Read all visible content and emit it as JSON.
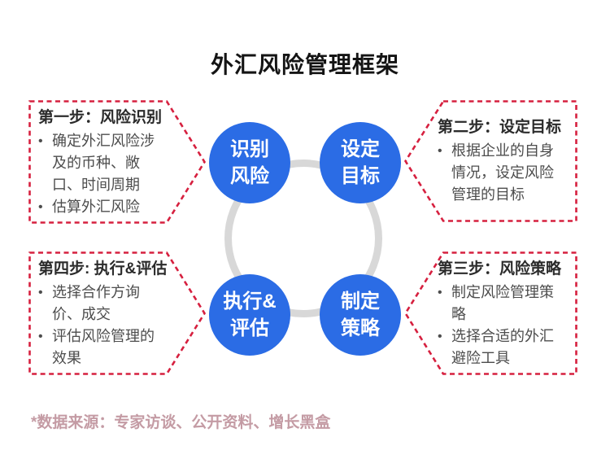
{
  "title": "外汇风险管理框架",
  "bullet_char": "•",
  "steps": [
    {
      "heading": "第一步：风险识别",
      "bullets": [
        "确定外汇风险涉及的币种、敞口、时间周期",
        "估算外汇风险"
      ]
    },
    {
      "heading": "第二步：设定目标",
      "bullets": [
        "根据企业的自身情况，设定风险管理的目标"
      ]
    },
    {
      "heading": "第三步：风险策略",
      "bullets": [
        "制定风险管理策略",
        "选择合适的外汇避险工具"
      ]
    },
    {
      "heading": "第四步: 执行&评估",
      "bullets": [
        "选择合作方询价、成交",
        "评估风险管理的效果"
      ]
    }
  ],
  "cycle_nodes": [
    {
      "line1": "识别",
      "line2": "风险"
    },
    {
      "line1": "设定",
      "line2": "目标"
    },
    {
      "line1": "制定",
      "line2": "策略"
    },
    {
      "line1": "执行&",
      "line2": "评估"
    }
  ],
  "footnote": "*数据来源：专家访谈、公开资料、增长黑盒",
  "colors": {
    "node_blue": "#2b6ce5",
    "ring_gray": "#d8d8d8",
    "dash_red": "#d6203f",
    "footnote_pink": "#c49ba4"
  }
}
